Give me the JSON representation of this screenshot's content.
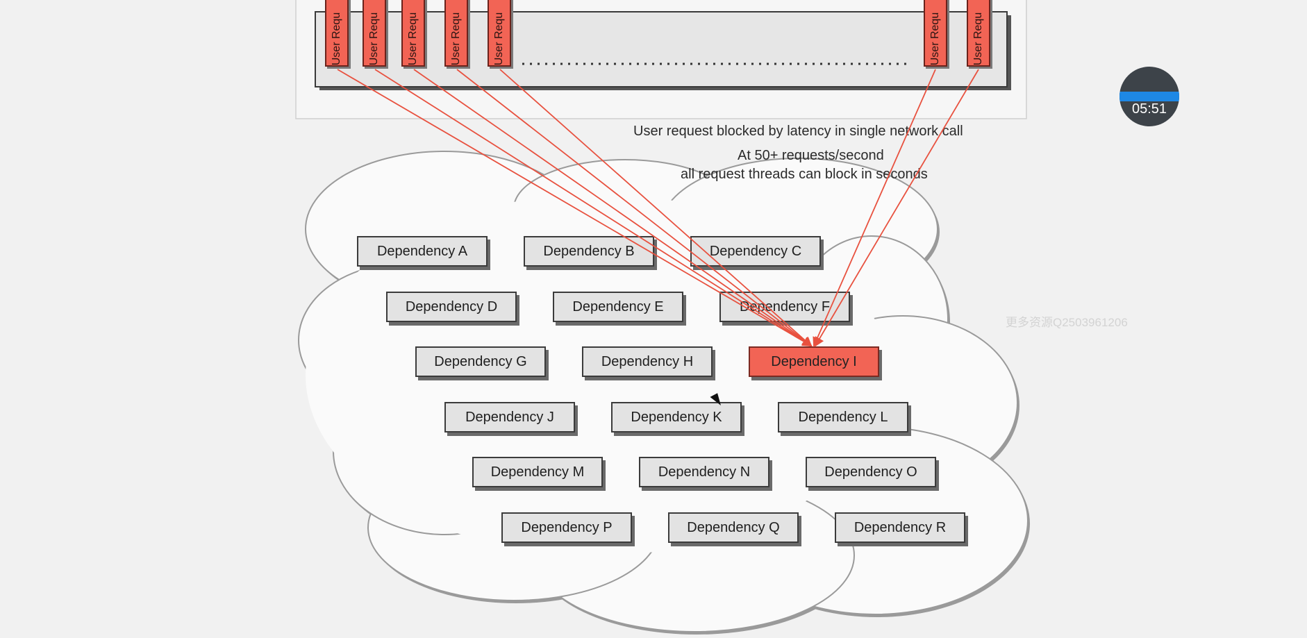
{
  "diagram": {
    "caption_latency": "User request blocked by latency in single network call",
    "caption_rate_line1": "At 50+ requests/second",
    "caption_rate_line2": "all request threads can block in seconds",
    "thread_label": "User Requ",
    "hot_dependency": "Dependency I",
    "dependencies": [
      "Dependency A",
      "Dependency B",
      "Dependency C",
      "Dependency D",
      "Dependency E",
      "Dependency F",
      "Dependency G",
      "Dependency H",
      "Dependency I",
      "Dependency J",
      "Dependency K",
      "Dependency L",
      "Dependency M",
      "Dependency N",
      "Dependency O",
      "Dependency P",
      "Dependency Q",
      "Dependency R"
    ],
    "colors": {
      "request": "#f26455",
      "arrow": "#e8513f",
      "box": "#e3e3e3",
      "cloud": "#fafafa"
    }
  },
  "player": {
    "timer": "05:51"
  },
  "watermark": "更多资源Q2503961206"
}
